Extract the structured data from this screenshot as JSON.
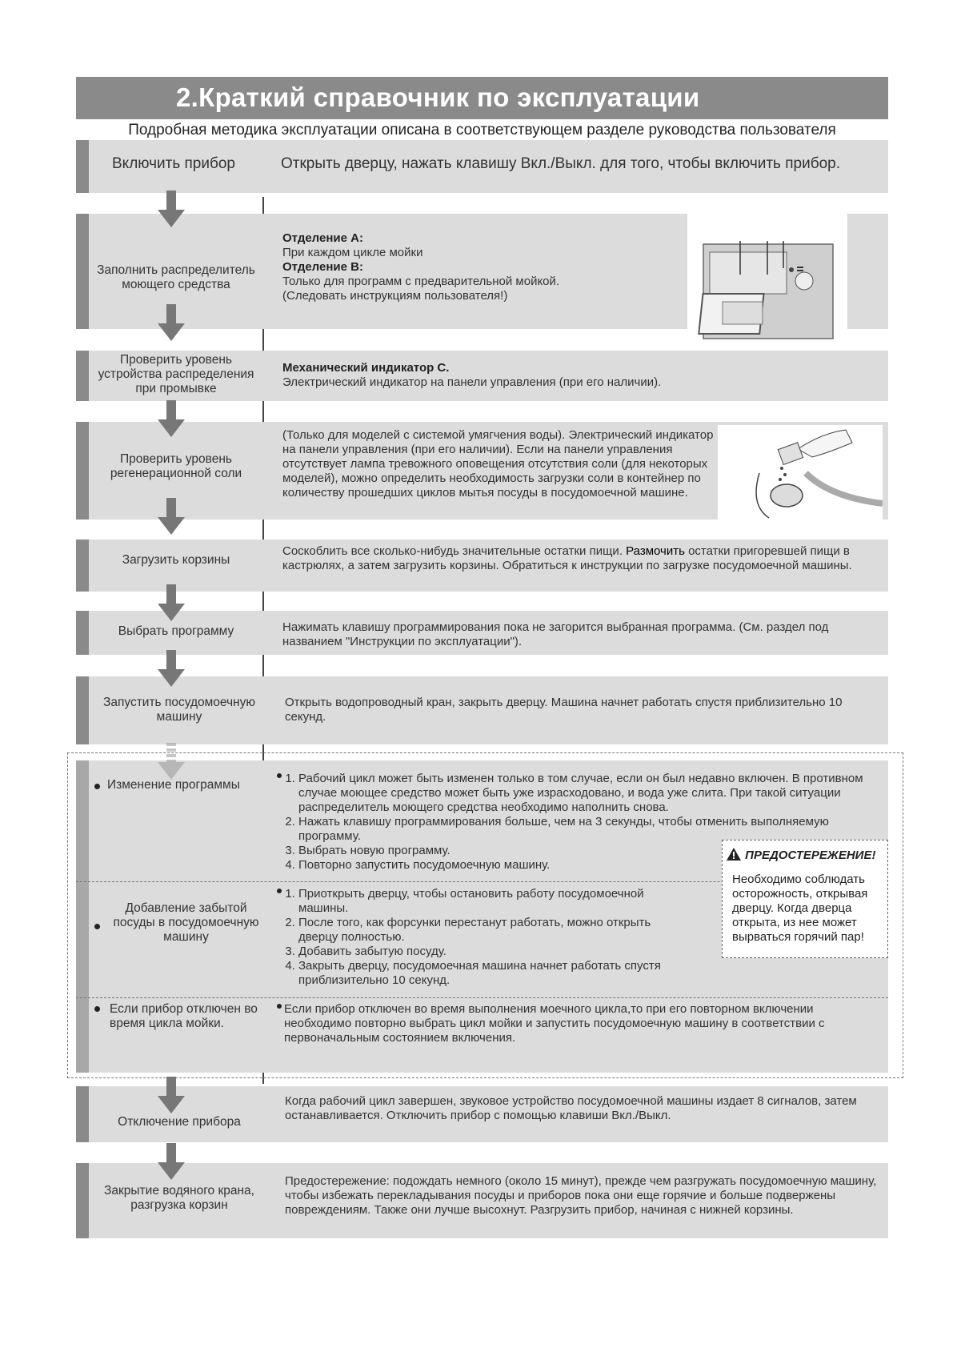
{
  "title": "2.Краткий справочник по эксплуатации",
  "subtitle": "Подробная методика эксплуатации описана в соответствующем разделе руководства пользователя",
  "steps": {
    "power_on": {
      "label": "Включить прибор",
      "text": "Открыть дверцу, нажать клавишу Вкл./Выкл. для того, чтобы включить прибор."
    },
    "detergent": {
      "label": "Заполнить распределитель моющего средства",
      "a_title": "Отделение А:",
      "a_text": "При каждом цикле мойки",
      "b_title": "Отделение B:",
      "b_text": "Только для программ с предварительной мойкой.",
      "note": "(Следовать инструкциям пользователя!)"
    },
    "rinse": {
      "label": "Проверить уровень устройства распределения при промывке",
      "title": "Механический индикатор C.",
      "text": "Электрический индикатор на панели управления (при его наличии)."
    },
    "salt": {
      "label": "Проверить уровень регенерационной соли",
      "text": "(Только для моделей с системой умягчения воды). Электрический индикатор на панели управления (при его наличии). Если на панели управления отсутствует лампа тревожного оповещения отсутствия соли (для некоторых моделей), можно определить необходимость загрузки соли в контейнер по количеству прошедших циклов мытья посуды в посудомоечной машине."
    },
    "load": {
      "label": "Загрузить корзины",
      "text_a": "Соскоблить все сколько-нибудь значительные остатки пищи.",
      "text_b": "Размочить",
      "text_c": "остатки пригоревшей пищи в кастрюлях, а затем загрузить корзины. Обратиться к инструкции по загрузке посудомоечной машины."
    },
    "program": {
      "label": "Выбрать программу",
      "text": "Нажимать клавишу программирования пока не загорится выбранная программа. (См. раздел под названием \"Инструкции по эксплуатации\")."
    },
    "start": {
      "label": "Запустить посудомоечную машину",
      "text": "Открыть водопроводный кран, закрыть дверцу. Машина начнет работать спустя приблизительно 10 секунд."
    },
    "change": {
      "label": "Изменение программы",
      "items": [
        "Рабочий цикл может быть изменен только в том случае, если он был недавно включен. В противном случае моющее средство может быть уже израсходовано, и вода уже слита. При такой ситуации распределитель моющего средства необходимо наполнить снова.",
        "Нажать клавишу программирования больше, чем на 3 секунды, чтобы отменить выполняемую программу.",
        "Выбрать новую программу.",
        "Повторно запустить посудомоечную машину."
      ]
    },
    "add": {
      "label": "Добавление забытой посуды в посудомоечную машину",
      "items": [
        "Приоткрыть дверцу, чтобы остановить работу посудомоечной машины.",
        "После того, как форсунки перестанут работать, можно открыть дверцу полностью.",
        "Добавить забытую посуду.",
        "Закрыть дверцу, посудомоечная машина начнет работать спустя приблизительно 10 секунд."
      ]
    },
    "off_during": {
      "label": "Если прибор отключен во время цикла мойки.",
      "text": "Если прибор отключен во время выполнения моечного цикла,то при его повторном включении необходимо повторно выбрать цикл мойки и запустить посудомоечную машину в соответствии с первоначальным состоянием включения."
    },
    "switch_off": {
      "label": "Отключение прибора",
      "text": "Когда рабочий цикл завершен, звуковое устройство посудомоечной машины издает 8 сигналов, затем останавливается. Отключить прибор с помощью клавиши Вкл./Выкл."
    },
    "unload": {
      "label": "Закрытие водяного крана, разгрузка корзин",
      "text": "Предостережение: подождать немного (около 15 минут), прежде чем разгружать посудомоечную машину, чтобы избежать перекладывания посуды и приборов пока они еще горячие и больше подвержены повреждениям. Также они лучше высохнут. Разгрузить прибор, начиная с нижней корзины."
    }
  },
  "warning": {
    "heading": "ПРЕДОСТЕРЕЖЕНИЕ!",
    "text": "Необходимо соблюдать осторожность, открывая дверцу. Когда дверца открыта, из нее может вырваться горячий пар!"
  },
  "colors": {
    "bar": "#8a8a8a",
    "row": "#dcdcdc",
    "arrow": "#777777"
  }
}
